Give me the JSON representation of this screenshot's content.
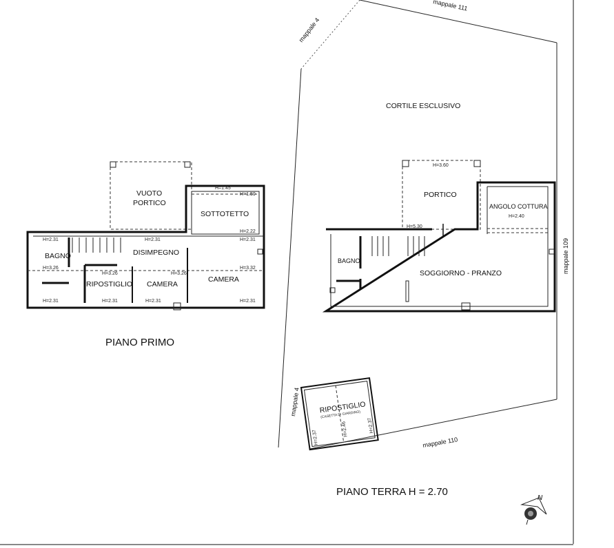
{
  "boundaries": {
    "north": "mappale 111",
    "west_top": "mappale 4",
    "west_bottom": "mappale 4",
    "east": "mappale 109",
    "south": "mappale 110"
  },
  "courtyard": "CORTILE ESCLUSIVO",
  "first_floor": {
    "title": "PIANO PRIMO",
    "rooms": {
      "vuoto_portico_1": "VUOTO",
      "vuoto_portico_2": "PORTICO",
      "sottotetto": "SOTTOTETTO",
      "disimpegno": "DISIMPEGNO",
      "bagno": "BAGNO",
      "ripostiglio": "RIPOSTIGLIO",
      "camera_1": "CAMERA",
      "camera_2": "CAMERA"
    },
    "heights": {
      "h145": "H=1.45",
      "h150": "H=1.50",
      "h222": "H=2.22",
      "h231_a": "H=2.31",
      "h231_b": "H=2.31",
      "h231_c": "H=2.31",
      "h231_d": "H=2.31",
      "h231_e": "H=2.31",
      "h231_f": "H=2.31",
      "h231_g": "H=2.31",
      "h326_a": "H=3.26",
      "h326_b": "H=3.26",
      "h326_c": "H=3.26",
      "h332": "H=3.32"
    }
  },
  "ground_floor": {
    "title": "PIANO TERRA H = 2.70",
    "rooms": {
      "portico": "PORTICO",
      "angolo_cottura": "ANGOLO COTTURA",
      "bagno": "BAGNO",
      "soggiorno": "SOGGIORNO - PRANZO"
    },
    "heights": {
      "portico": "H=3.60",
      "cottura": "H=2.40",
      "h530": "H=5.30"
    }
  },
  "shed": {
    "name": "RIPOSTIGLIO",
    "subtitle": "(CASETTA DI GIARDINO)",
    "h_left": "H=2.37",
    "h_mid": "H=2.46",
    "h_right": "H=2.37"
  },
  "compass": "N"
}
